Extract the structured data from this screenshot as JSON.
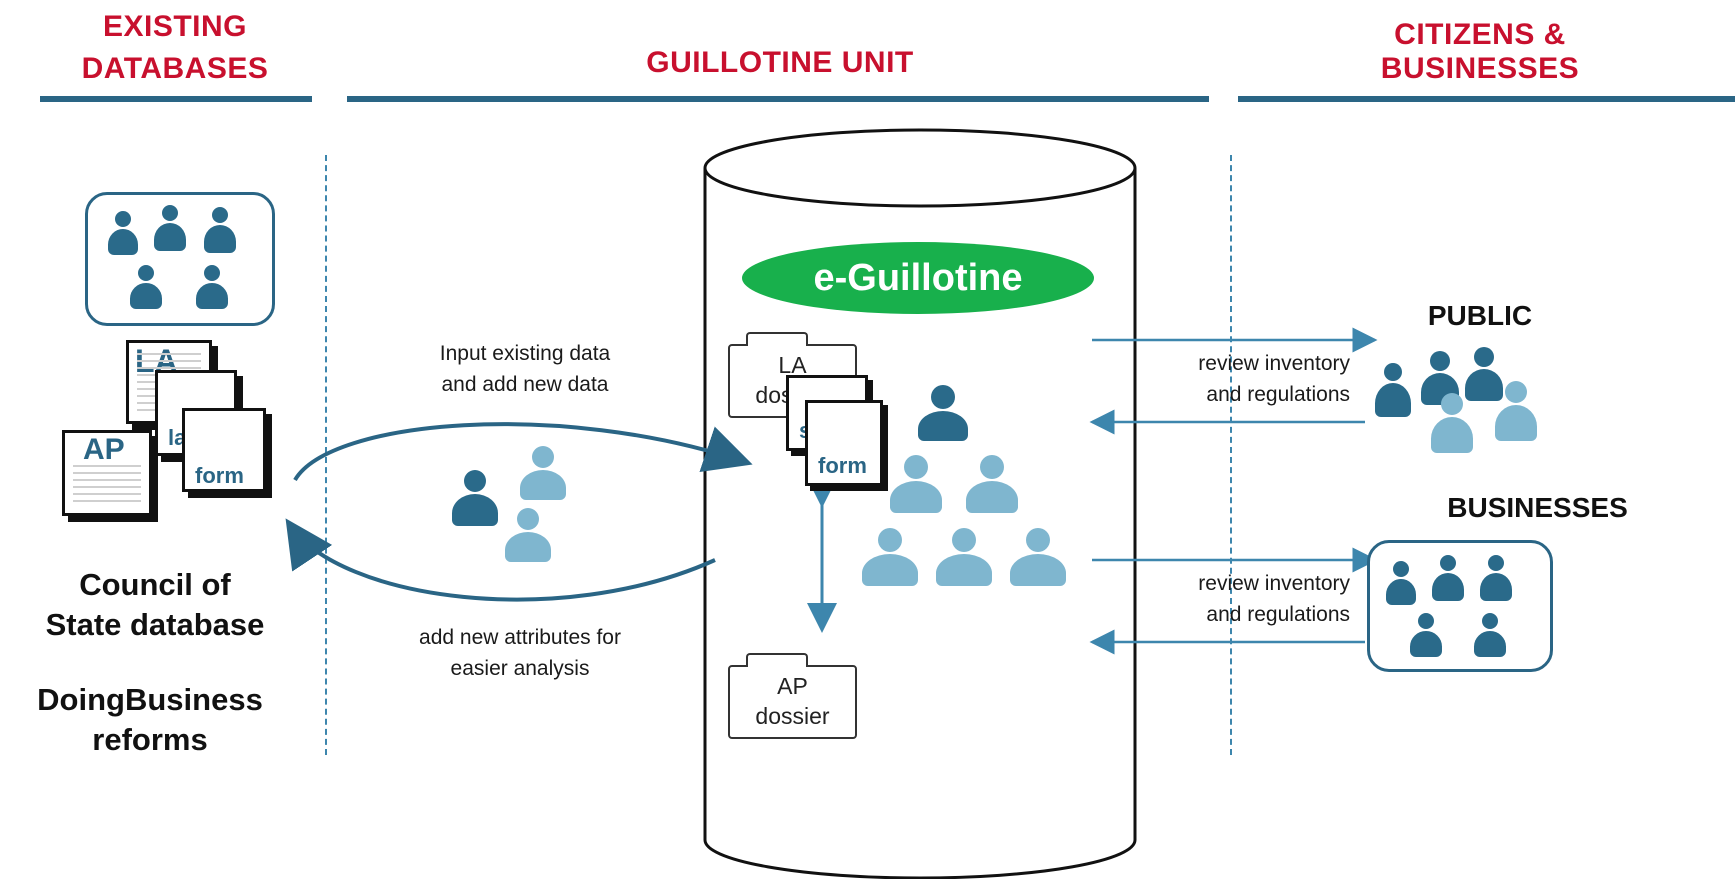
{
  "headers": {
    "existing_databases": [
      "EXISTING",
      "DATABASES"
    ],
    "guillotine_unit": "GUILLOTINE UNIT",
    "citizens_businesses": [
      "CITIZENS &",
      "BUSINESSES"
    ]
  },
  "documents": {
    "la": "LA",
    "ap": "AP",
    "law": "law",
    "form": "form"
  },
  "database_labels": [
    "Council of",
    "State database",
    "DoingBusiness",
    "reforms"
  ],
  "cycle": {
    "top_note": [
      "Input existing data",
      "and add new data"
    ],
    "bottom_note": [
      "add new attributes for",
      "easier analysis"
    ]
  },
  "cylinder": {
    "badge": "e-Guillotine",
    "la_dossier": [
      "LA",
      "dossier"
    ],
    "ap_dossier": [
      "AP",
      "dossier"
    ],
    "scan": "scan",
    "form": "form"
  },
  "right": {
    "public_title": "PUBLIC",
    "businesses_title": "BUSINESSES",
    "review_public": [
      "review inventory",
      "and regulations"
    ],
    "review_business": [
      "review inventory",
      "and regulations"
    ]
  },
  "colors": {
    "header_red": "#c8102e",
    "rule_blue": "#2a6585",
    "badge_green": "#18b04c",
    "person_dark": "#2a6a8a",
    "person_light": "#7fb6cf"
  },
  "icons": [
    "people-group-icon",
    "person-icon",
    "folder-icon",
    "document-icon",
    "arrow-icon"
  ]
}
